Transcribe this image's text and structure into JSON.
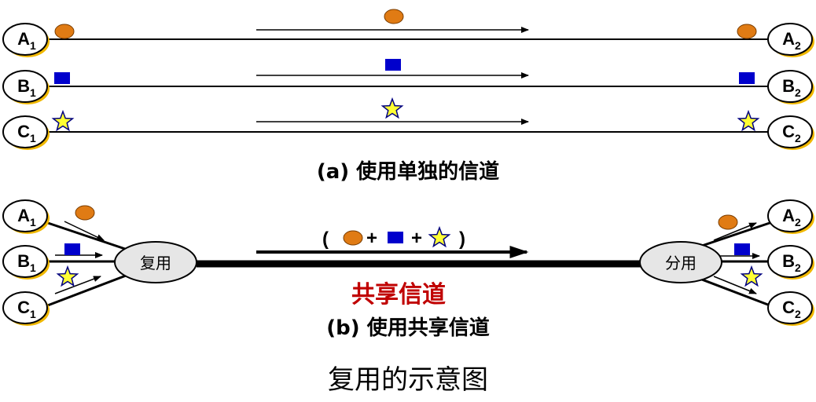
{
  "nodes": {
    "a1": {
      "letter": "A",
      "sub": "1"
    },
    "b1": {
      "letter": "B",
      "sub": "1"
    },
    "c1": {
      "letter": "C",
      "sub": "1"
    },
    "a2": {
      "letter": "A",
      "sub": "2"
    },
    "b2": {
      "letter": "B",
      "sub": "2"
    },
    "c2": {
      "letter": "C",
      "sub": "2"
    }
  },
  "captions": {
    "a": "(a) 使用单独的信道",
    "b": "(b) 使用共享信道"
  },
  "shared_channel_label": "共享信道",
  "multiplexer_label": "复用",
  "demultiplexer_label": "分用",
  "combined_signal": {
    "open": "(",
    "plus1": "+",
    "plus2": "+",
    "close": ")"
  },
  "title": "复用的示意图",
  "colors": {
    "node_shadow": "#f0b800",
    "circle_signal": "#e07b14",
    "square_signal": "#0000cc",
    "star_signal": "#ffff33",
    "shared_label": "#c00000",
    "mux_fill": "#e6e6e6"
  },
  "icons": [
    "circle-signal-icon",
    "square-signal-icon",
    "star-signal-icon"
  ]
}
